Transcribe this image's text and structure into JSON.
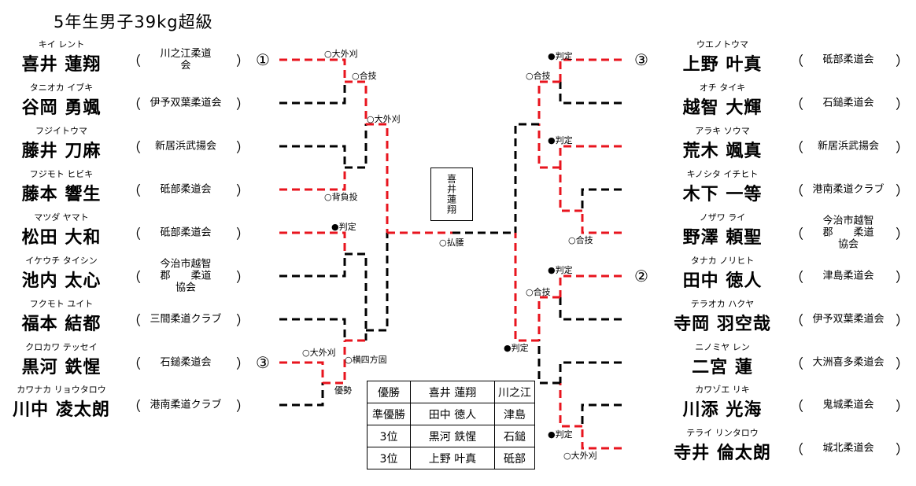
{
  "title": "5年生男子39kg超級",
  "left_players": [
    {
      "ruby": "キイ レント",
      "name": "喜井 蓮翔",
      "club": "川之江柔道\n会",
      "seed": "①"
    },
    {
      "ruby": "タニオカ イブキ",
      "name": "谷岡 勇颯",
      "club": "伊予双葉柔道会",
      "seed": ""
    },
    {
      "ruby": "フジイトウマ",
      "name": "藤井 刀麻",
      "club": "新居浜武揚会",
      "seed": ""
    },
    {
      "ruby": "フジモト ヒビキ",
      "name": "藤本 響生",
      "club": "砥部柔道会",
      "seed": ""
    },
    {
      "ruby": "マツダ ヤマト",
      "name": "松田 大和",
      "club": "砥部柔道会",
      "seed": ""
    },
    {
      "ruby": "イケウチ タイシン",
      "name": "池内 太心",
      "club": "今治市越智\n郡　　柔道\n協会",
      "seed": ""
    },
    {
      "ruby": "フクモト ユイト",
      "name": "福本 結都",
      "club": "三間柔道クラブ",
      "seed": ""
    },
    {
      "ruby": "クロカワ テッセイ",
      "name": "黒河 鉄惺",
      "club": "石鎚柔道会",
      "seed": "③"
    },
    {
      "ruby": "カワナカ リョウタロウ",
      "name": "川中 凌太朗",
      "club": "港南柔道クラブ",
      "seed": ""
    }
  ],
  "right_players": [
    {
      "ruby": "ウエノトウマ",
      "name": "上野 叶真",
      "club": "砥部柔道会",
      "seed": "③"
    },
    {
      "ruby": "オチ タイキ",
      "name": "越智 大輝",
      "club": "石鎚柔道会",
      "seed": ""
    },
    {
      "ruby": "アラキ ソウマ",
      "name": "荒木 颯真",
      "club": "新居浜武揚会",
      "seed": ""
    },
    {
      "ruby": "キノシタ イチヒト",
      "name": "木下 一等",
      "club": "港南柔道クラブ",
      "seed": ""
    },
    {
      "ruby": "ノザワ ライ",
      "name": "野澤 頼聖",
      "club": "今治市越智\n郡　　柔道\n協会",
      "seed": ""
    },
    {
      "ruby": "タナカ ノリヒト",
      "name": "田中 徳人",
      "club": "津島柔道会",
      "seed": "②"
    },
    {
      "ruby": "テラオカ ハクヤ",
      "name": "寺岡 羽空哉",
      "club": "伊予双葉柔道会",
      "seed": ""
    },
    {
      "ruby": "ニノミヤ レン",
      "name": "二宮 蓮",
      "club": "大洲喜多柔道会",
      "seed": ""
    },
    {
      "ruby": "カワゾエ リキ",
      "name": "川添 光海",
      "club": "鬼城柔道会",
      "seed": ""
    },
    {
      "ruby": "テライ リンタロウ",
      "name": "寺井 倫太朗",
      "club": "城北柔道会",
      "seed": ""
    }
  ],
  "paren_open": "（",
  "paren_close": "）",
  "match_labels": [
    {
      "text": "○大外刈"
    },
    {
      "text": "○合技"
    },
    {
      "text": "○大外刈"
    },
    {
      "text": "○背負投"
    },
    {
      "text": "●判定"
    },
    {
      "text": "○大外刈"
    },
    {
      "text": "○横四方固"
    },
    {
      "text": "優勢"
    },
    {
      "text": "○払腰"
    },
    {
      "text": "●判定"
    },
    {
      "text": "○合技"
    },
    {
      "text": "●判定"
    },
    {
      "text": "○合技"
    },
    {
      "text": "●判定"
    },
    {
      "text": "○合技"
    },
    {
      "text": "●判定"
    },
    {
      "text": "●判定"
    },
    {
      "text": "○大外刈"
    }
  ],
  "champion_box": "喜井蓮翔",
  "results": [
    {
      "rank": "優勝",
      "name": "喜井 蓮翔",
      "club": "川之江"
    },
    {
      "rank": "準優勝",
      "name": "田中 徳人",
      "club": "津島"
    },
    {
      "rank": "3位",
      "name": "黒河 鉄惺",
      "club": "石鎚"
    },
    {
      "rank": "3位",
      "name": "上野 叶真",
      "club": "砥部"
    }
  ],
  "colors": {
    "winner_line": "#e8141e",
    "loser_line": "#000000"
  }
}
